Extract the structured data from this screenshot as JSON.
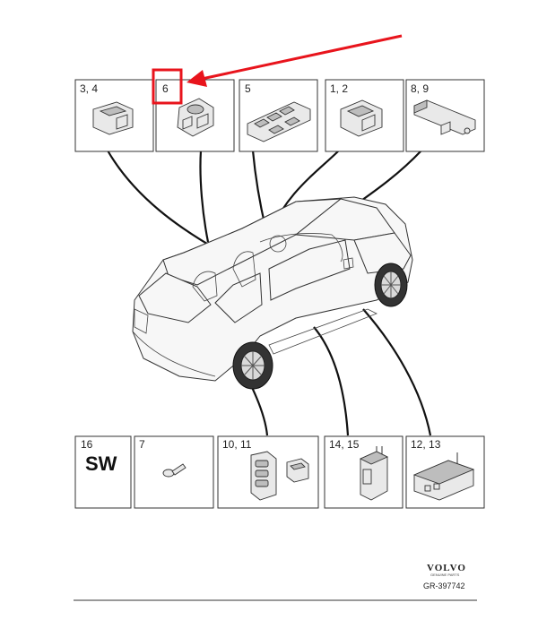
{
  "diagram": {
    "top_boxes": [
      {
        "id": "box-3-4",
        "label": "3, 4",
        "icon": "window-switch-single-icon"
      },
      {
        "id": "box-6",
        "label": "6",
        "icon": "mirror-switch-icon"
      },
      {
        "id": "box-5",
        "label": "5",
        "icon": "driver-window-switch-panel-icon"
      },
      {
        "id": "box-1-2",
        "label": "1, 2",
        "icon": "window-switch-icon"
      },
      {
        "id": "box-8-9",
        "label": "8, 9",
        "icon": "control-module-icon"
      }
    ],
    "bottom_boxes": [
      {
        "id": "box-16",
        "label": "16",
        "value": "SW"
      },
      {
        "id": "box-7",
        "label": "7",
        "icon": "screw-icon"
      },
      {
        "id": "box-10-11",
        "label": "10, 11",
        "icon": "seat-switch-icon"
      },
      {
        "id": "box-14-15",
        "label": "14, 15",
        "icon": "door-module-icon"
      },
      {
        "id": "box-12-13",
        "label": "12, 13",
        "icon": "electronic-unit-icon"
      }
    ],
    "highlight_color": "#e8141c",
    "logo": {
      "brand": "VOLVO",
      "sub": "GENUINE PARTS"
    },
    "reference": "GR-397742"
  }
}
